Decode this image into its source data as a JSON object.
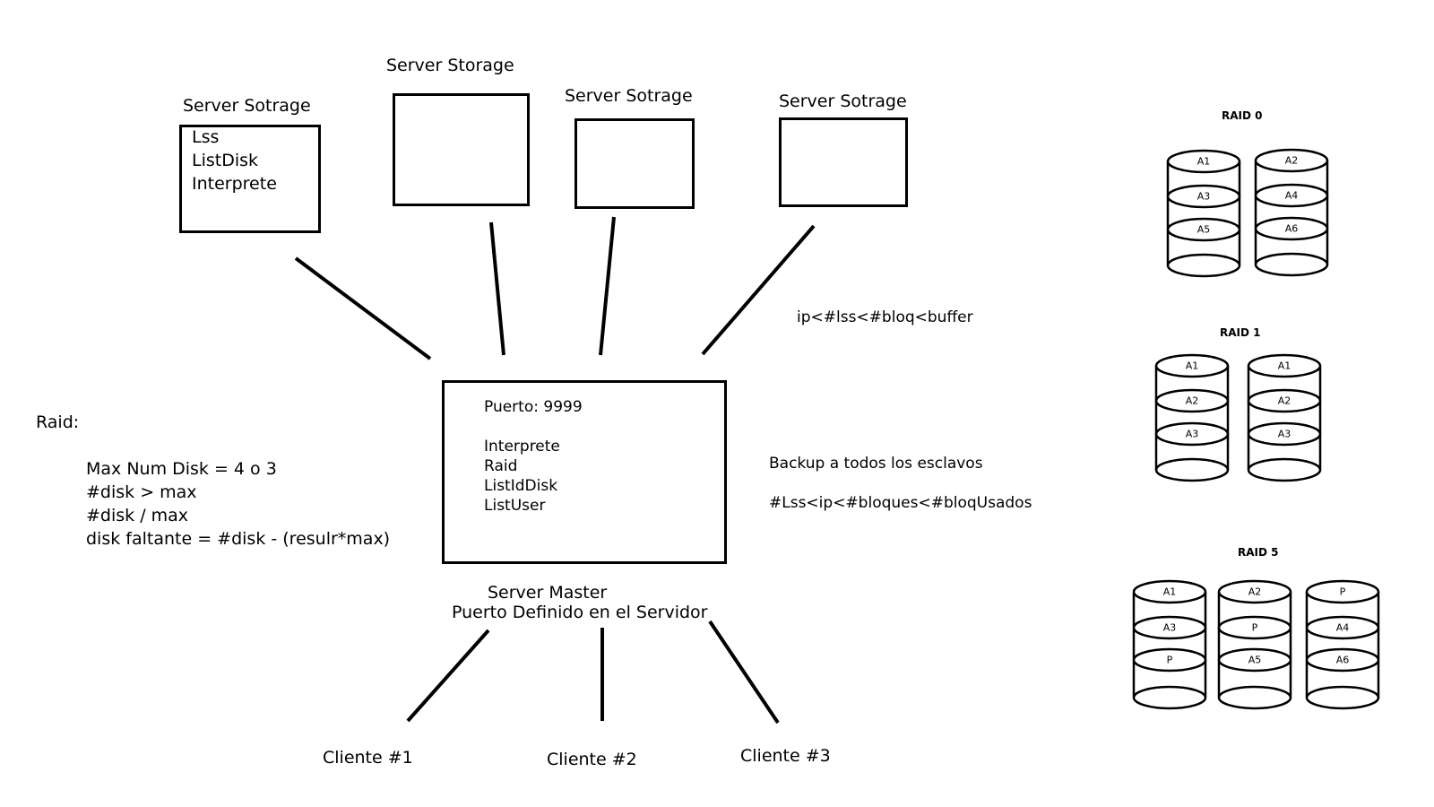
{
  "storage_servers": [
    {
      "title": "Server Sotrage",
      "items": [
        "Lss",
        "ListDisk",
        "Interprete"
      ]
    },
    {
      "title": "Server Storage",
      "items": []
    },
    {
      "title": "Server Sotrage",
      "items": []
    },
    {
      "title": "Server Sotrage",
      "items": []
    }
  ],
  "annotations": {
    "storage_format": "ip<#lss<#bloq<buffer",
    "backup": "Backup a todos los esclavos",
    "lss_format": "#Lss<ip<#bloques<#bloqUsados"
  },
  "master": {
    "port_line": "Puerto: 9999",
    "items": [
      "Interprete",
      "Raid",
      "ListIdDisk",
      "ListUser"
    ],
    "caption_line1": "Server Master",
    "caption_line2": "Puerto Definido en el Servidor"
  },
  "raid_notes": {
    "heading": "Raid:",
    "lines": [
      "Max Num Disk = 4 o 3",
      "#disk > max",
      "#disk / max",
      "disk faltante = #disk - (resulr*max)"
    ]
  },
  "clients": [
    "Cliente #1",
    "Cliente #2",
    "Cliente #3"
  ],
  "raid_levels": [
    {
      "title": "RAID 0",
      "disks": [
        [
          "A1",
          "A3",
          "A5"
        ],
        [
          "A2",
          "A4",
          "A6"
        ]
      ]
    },
    {
      "title": "RAID 1",
      "disks": [
        [
          "A1",
          "A2",
          "A3"
        ],
        [
          "A1",
          "A2",
          "A3"
        ]
      ]
    },
    {
      "title": "RAID 5",
      "disks": [
        [
          "A1",
          "A3",
          "P"
        ],
        [
          "A2",
          "P",
          "A5"
        ],
        [
          "P",
          "A4",
          "A6"
        ]
      ]
    }
  ]
}
